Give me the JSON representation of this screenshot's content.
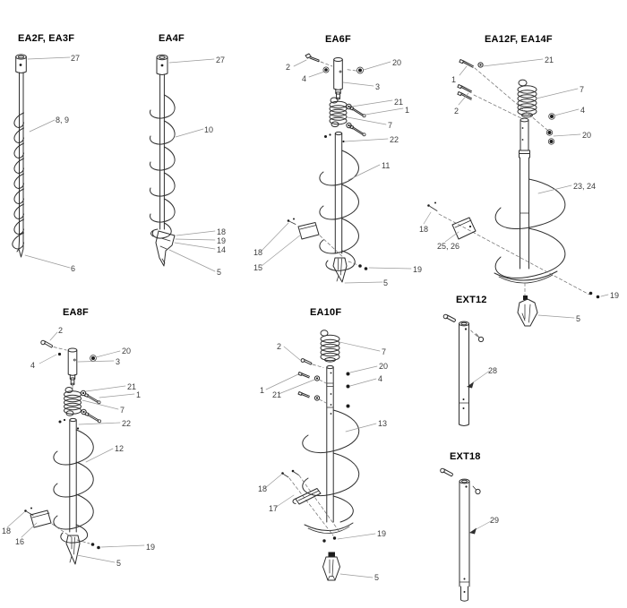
{
  "document": {
    "background": "#ffffff",
    "colors": {
      "line": "#2e2e2e",
      "leader": "#9a9a9a",
      "label": "#3d3d3d",
      "title": "#000000"
    }
  },
  "panels": [
    {
      "title": "EA2F, EA3F",
      "callouts": [
        {
          "label": "27"
        },
        {
          "label": "8, 9"
        },
        {
          "label": "6"
        }
      ]
    },
    {
      "title": "EA4F",
      "callouts": [
        {
          "label": "27"
        },
        {
          "label": "10"
        },
        {
          "label": "18"
        },
        {
          "label": "19"
        },
        {
          "label": "14"
        },
        {
          "label": "5"
        }
      ]
    },
    {
      "title": "EA6F",
      "callouts": [
        {
          "label": "2"
        },
        {
          "label": "20"
        },
        {
          "label": "4"
        },
        {
          "label": "3"
        },
        {
          "label": "21"
        },
        {
          "label": "1"
        },
        {
          "label": "7"
        },
        {
          "label": "22"
        },
        {
          "label": "11"
        },
        {
          "label": "18"
        },
        {
          "label": "15"
        },
        {
          "label": "19"
        },
        {
          "label": "5"
        }
      ]
    },
    {
      "title": "EA12F, EA14F",
      "callouts": [
        {
          "label": "21"
        },
        {
          "label": "1"
        },
        {
          "label": "7"
        },
        {
          "label": "2"
        },
        {
          "label": "4"
        },
        {
          "label": "20"
        },
        {
          "label": "23, 24"
        },
        {
          "label": "18"
        },
        {
          "label": "25, 26"
        },
        {
          "label": "19"
        },
        {
          "label": "5"
        }
      ]
    },
    {
      "title": "EXT12",
      "callouts": [
        {
          "label": "28"
        }
      ]
    },
    {
      "title": "EA8F",
      "callouts": [
        {
          "label": "2"
        },
        {
          "label": "20"
        },
        {
          "label": "4"
        },
        {
          "label": "3"
        },
        {
          "label": "21"
        },
        {
          "label": "1"
        },
        {
          "label": "7"
        },
        {
          "label": "22"
        },
        {
          "label": "12"
        },
        {
          "label": "18"
        },
        {
          "label": "16"
        },
        {
          "label": "19"
        },
        {
          "label": "5"
        }
      ]
    },
    {
      "title": "EA10F",
      "callouts": [
        {
          "label": "2"
        },
        {
          "label": "7"
        },
        {
          "label": "20"
        },
        {
          "label": "4"
        },
        {
          "label": "1"
        },
        {
          "label": "21"
        },
        {
          "label": "13"
        },
        {
          "label": "18"
        },
        {
          "label": "17"
        },
        {
          "label": "19"
        },
        {
          "label": "5"
        }
      ]
    },
    {
      "title": "EXT18",
      "callouts": [
        {
          "label": "29"
        }
      ]
    }
  ]
}
